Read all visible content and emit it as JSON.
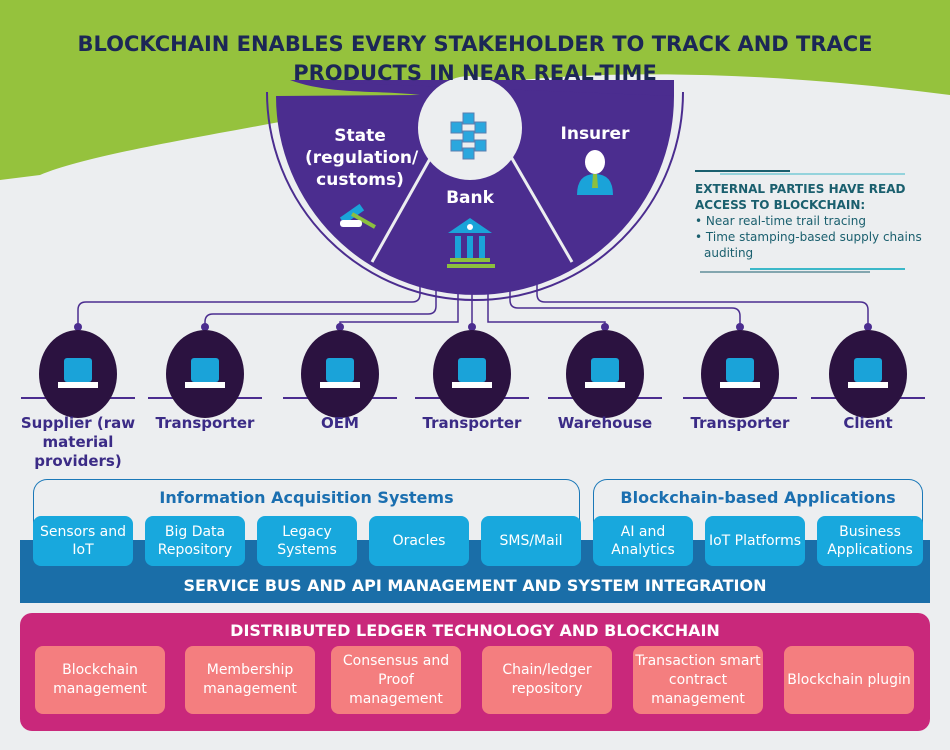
{
  "title": {
    "line1": "BLOCKCHAIN ENABLES EVERY STAKEHOLDER TO TRACK AND TRACE",
    "line2": "PRODUCTS IN NEAR REAL-TIME"
  },
  "segments": {
    "state": "State (regulation/ customs)",
    "bank": "Bank",
    "insurer": "Insurer"
  },
  "external": {
    "heading": "EXTERNAL PARTIES HAVE READ ACCESS TO BLOCKCHAIN:",
    "bullets": [
      "• Near real-time trail tracing",
      "• Time stamping-based supply chains auditing"
    ]
  },
  "chain": [
    {
      "label": "Supplier (raw material providers)",
      "icon": "robot-arm-icon"
    },
    {
      "label": "Transporter",
      "icon": "ship-icon"
    },
    {
      "label": "OEM",
      "icon": "factory-icon"
    },
    {
      "label": "Transporter",
      "icon": "truck-icon"
    },
    {
      "label": "Warehouse",
      "icon": "warehouse-icon"
    },
    {
      "label": "Transporter",
      "icon": "van-icon"
    },
    {
      "label": "Client",
      "icon": "people-icon"
    }
  ],
  "info_systems": {
    "title": "Information Acquisition Systems",
    "items": [
      "Sensors and IoT",
      "Big Data Repository",
      "Legacy Systems",
      "Oracles",
      "SMS/Mail"
    ]
  },
  "apps": {
    "title": "Blockchain-based Applications",
    "items": [
      "AI and Analytics",
      "IoT Platforms",
      "Business Applications"
    ]
  },
  "bus": "SERVICE BUS AND API MANAGEMENT AND SYSTEM INTEGRATION",
  "dlt": {
    "title": "DISTRIBUTED LEDGER TECHNOLOGY AND BLOCKCHAIN",
    "items": [
      "Blockchain management",
      "Membership management",
      "Consensus and Proof management",
      "Chain/ledger repository",
      "Transaction smart contract management",
      "Blockchain plugin"
    ]
  },
  "colors": {
    "green": "#95c23d",
    "purple": "#4b2d8f",
    "cyan": "#18a8dd",
    "bus": "#1a6ea8",
    "magenta": "#c9287b",
    "pink": "#f47e7f"
  }
}
